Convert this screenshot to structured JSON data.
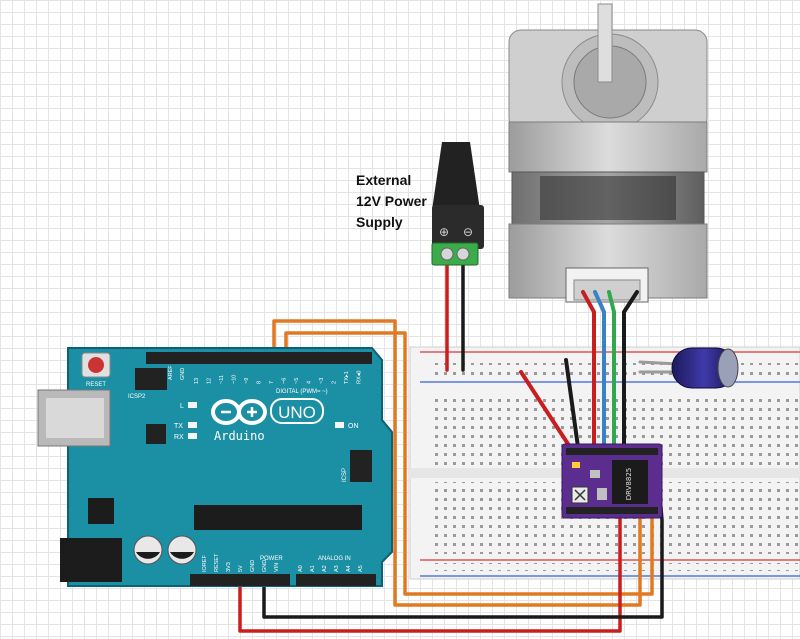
{
  "power_supply": {
    "label_lines": [
      "External",
      "12V Power",
      "Supply"
    ],
    "terminal_plus": "⊕",
    "terminal_minus": "⊖"
  },
  "arduino": {
    "brand": "Arduino",
    "model": "UNO",
    "reset_label": "RESET",
    "icsp2_label": "ICSP2",
    "icsp_label": "ICSP",
    "l_label": "L",
    "tx_label": "TX",
    "rx_label": "RX",
    "on_label": "ON",
    "aref_label": "AREF",
    "gnd_label": "GND",
    "digital_label": "DIGITAL (PWM= ~)",
    "digital_pins": [
      "13",
      "12",
      "~11",
      "~10",
      "~9",
      "8",
      "7",
      "~6",
      "~5",
      "4",
      "~3",
      "2",
      "TX▸1",
      "RX◂0"
    ],
    "power_label": "POWER",
    "power_pins": [
      "IOREF",
      "RESET",
      "3V3",
      "5V",
      "GND",
      "GND",
      "VIN"
    ],
    "analog_label": "ANALOG IN",
    "analog_pins": [
      "A0",
      "A1",
      "A2",
      "A3",
      "A4",
      "A5"
    ]
  },
  "driver": {
    "chip_label": "DRV8825"
  },
  "wire_colors": {
    "orange": "#e07a22",
    "red": "#c81e1e",
    "black": "#1a1a1a",
    "blue": "#3b82c4",
    "green": "#2fa84f",
    "board": "#1b8fa3",
    "driver": "#5b2d8e"
  }
}
